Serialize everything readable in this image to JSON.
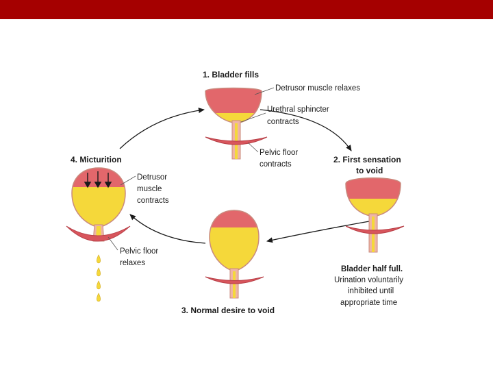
{
  "header_bar_color": "#a50000",
  "colors": {
    "muscle": "#e2676b",
    "urine": "#f5d83a",
    "floor": "#d8555c",
    "outline": "#c98a7e"
  },
  "stages": {
    "s1": {
      "title": "1. Bladder fills",
      "labels": {
        "detrusor": "Detrusor muscle relaxes",
        "sphincter_1": "Urethral sphincter",
        "sphincter_2": "contracts",
        "floor_1": "Pelvic floor",
        "floor_2": "contracts"
      }
    },
    "s2": {
      "title_1": "2. First sensation",
      "title_2": "to void",
      "caption_1": "Bladder half full.",
      "caption_2": "Urination voluntarily",
      "caption_3": "inhibited until",
      "caption_4": "appropriate time"
    },
    "s3": {
      "title": "3. Normal desire to void"
    },
    "s4": {
      "title": "4. Micturition",
      "labels": {
        "detrusor_1": "Detrusor",
        "detrusor_2": "muscle",
        "detrusor_3": "contracts",
        "floor_1": "Pelvic floor",
        "floor_2": "relaxes"
      }
    }
  }
}
